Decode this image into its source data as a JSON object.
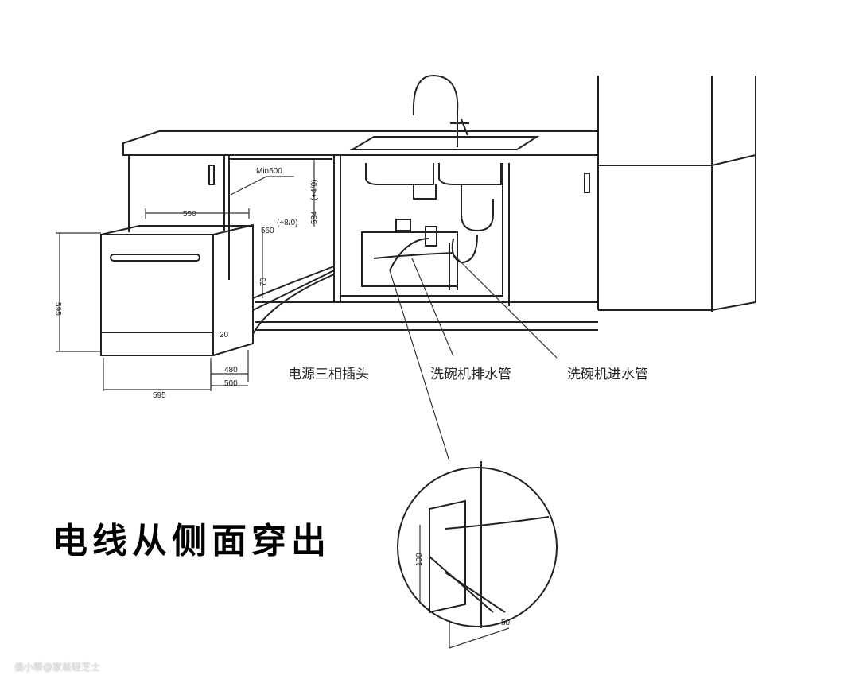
{
  "labels": {
    "power_socket": "电源三相插头",
    "drain_hose": "洗碗机排水管",
    "inlet_hose": "洗碗机进水管",
    "caption": "电线从侧面穿出"
  },
  "dimensions": {
    "min_gap": "Min500",
    "top_depth": "550",
    "cabinet_height": "560",
    "cabinet_height_tol": "(+8/0)",
    "opening_height": "584",
    "opening_height_tol": "(+4/0)",
    "machine_height": "595",
    "kick_gap": "20",
    "depth_inner": "480",
    "depth_outer": "500",
    "machine_width": "595",
    "side_offset": "70",
    "hole_height": "100",
    "hole_offset": "50"
  },
  "watermark": "值小帮@家装轻芝士"
}
